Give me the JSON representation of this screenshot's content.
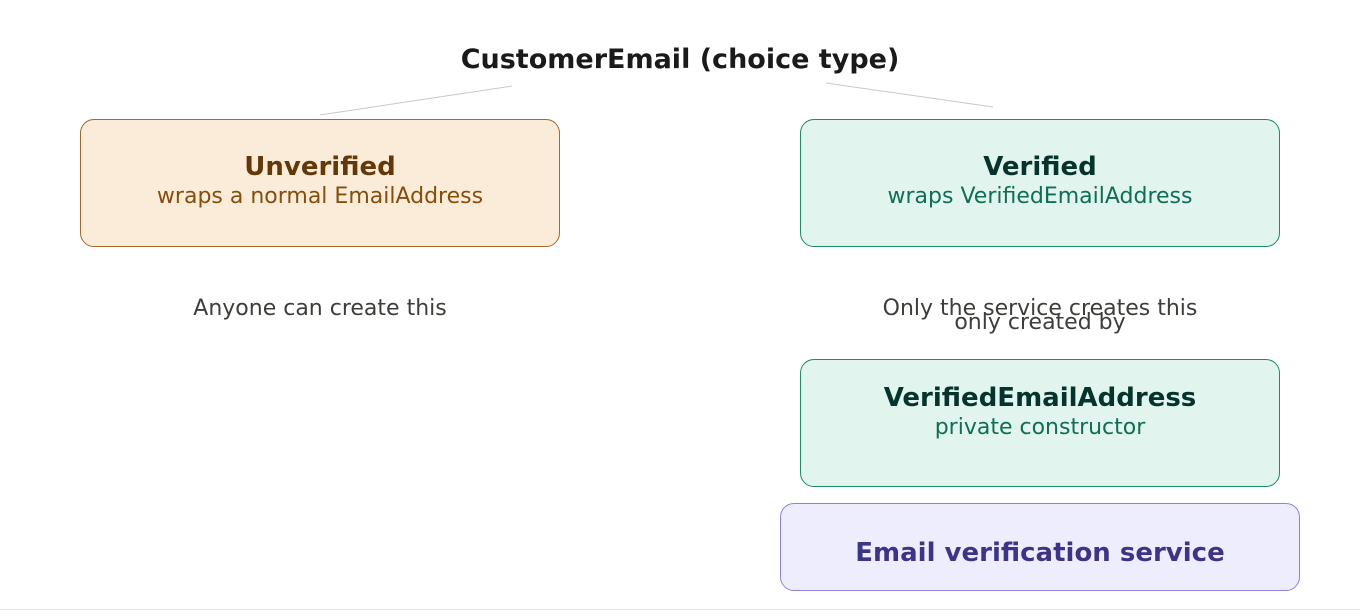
{
  "diagram": {
    "title": "CustomerEmail (choice type)",
    "unverified": {
      "name": "Unverified",
      "subtitle": "wraps a normal EmailAddress"
    },
    "verified": {
      "name": "Verified",
      "subtitle": "wraps VerifiedEmailAddress"
    },
    "verified_email_address": {
      "name": "VerifiedEmailAddress",
      "subtitle": "private constructor"
    },
    "service": {
      "name": "Email verification service"
    },
    "notes": {
      "left": "Anyone can create this",
      "right": "Only the service creates this",
      "edge_label": "only created by"
    },
    "colors": {
      "unverified_fill": "#faecd8",
      "unverified_stroke": "#a6682a",
      "verified_fill": "#e1f5ee",
      "verified_stroke": "#1d8a68",
      "service_fill": "#eeedfe",
      "service_stroke": "#8a85d8",
      "connector": "#c8c8c8"
    }
  }
}
